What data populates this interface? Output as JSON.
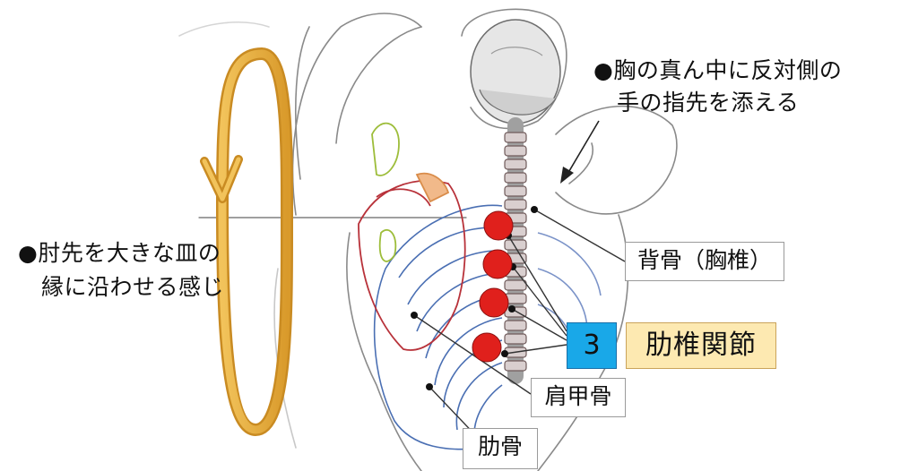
{
  "annotations": {
    "top_right": {
      "line1": "●胸の真ん中に反対側の",
      "line2": "手の指先を添える"
    },
    "left": {
      "line1": "●肘先を大きな皿の",
      "line2": "縁に沿わせる感じ"
    }
  },
  "labels": {
    "spine": "背骨（胸椎）",
    "scapula": "肩甲骨",
    "ribs": "肋骨"
  },
  "step": {
    "number": "3",
    "title": "肋椎関節"
  },
  "colors": {
    "marker_red": "#e0201c",
    "arrow_gold": "#e6a93a",
    "number_bg": "#19a8e8",
    "title_bg": "#fde9b1",
    "rib_blue": "#4a6fb3",
    "scapula_red": "#b8323a"
  }
}
